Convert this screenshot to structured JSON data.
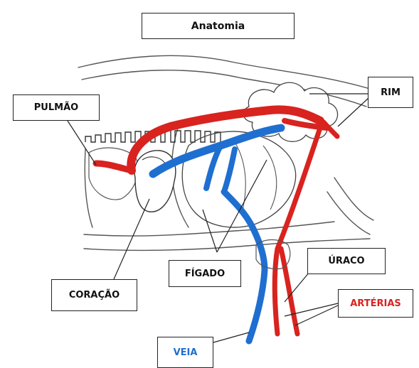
{
  "title": "Anatomia",
  "labels": {
    "pulmao": "PULMÃO",
    "rim": "RIM",
    "coracao": "CORAÇÃO",
    "figado": "FÍGADO",
    "uraco": "ÚRACO",
    "arterias": "ARTÉRIAS",
    "veia": "VEIA"
  },
  "colors": {
    "artery": "#d8231f",
    "vein": "#1f6fd1",
    "outline": "#444444",
    "arterias_label": "#d8231f",
    "veia_label": "#1f6fd1"
  }
}
